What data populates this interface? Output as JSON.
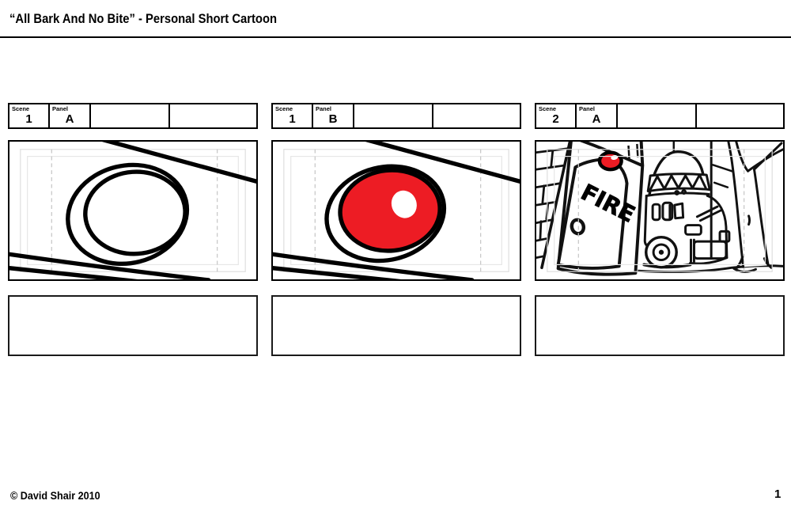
{
  "title": "“All Bark And No Bite” - Personal Short Cartoon",
  "labels": {
    "scene": "Scene",
    "panel": "Panel"
  },
  "panels": [
    {
      "scene": "1",
      "panel": "A",
      "drawing": "rough-circle-outline-sketch"
    },
    {
      "scene": "1",
      "panel": "B",
      "drawing": "rough-circle-filled-red"
    },
    {
      "scene": "2",
      "panel": "A",
      "drawing": "fire-station-door-truck-tree"
    }
  ],
  "panel3": {
    "door_sign": "FIRE"
  },
  "footer": {
    "copyright": "© David Shair 2010",
    "page_number": "1"
  },
  "colors": {
    "ink": "#000000",
    "accent_red": "#ed1c24",
    "guide_gray": "#dddddd"
  }
}
